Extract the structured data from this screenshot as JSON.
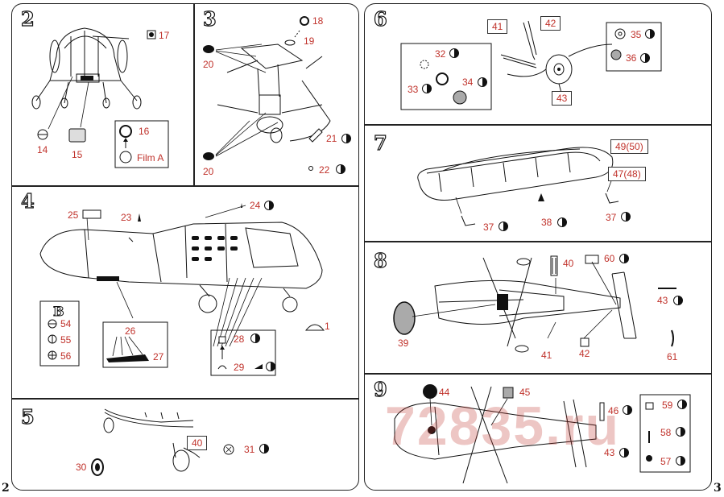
{
  "pages": {
    "left": "2",
    "right": "3"
  },
  "watermark": "72835.ru",
  "steps": [
    {
      "id": "2",
      "label": "2"
    },
    {
      "id": "3",
      "label": "3"
    },
    {
      "id": "4",
      "label": "4"
    },
    {
      "id": "5",
      "label": "5"
    },
    {
      "id": "6",
      "label": "6"
    },
    {
      "id": "7",
      "label": "7"
    },
    {
      "id": "8",
      "label": "8"
    },
    {
      "id": "9",
      "label": "9"
    }
  ],
  "parts": {
    "p14": "14",
    "p15": "15",
    "p16": "16",
    "p17": "17",
    "p18": "18",
    "p19": "19",
    "p20a": "20",
    "p20b": "20",
    "p21": "21",
    "p22": "22",
    "p23": "23",
    "p24": "24",
    "p25": "25",
    "p26": "26",
    "p27": "27",
    "p28": "28",
    "p29": "29",
    "p1": "1",
    "p54": "54",
    "p55": "55",
    "p56": "56",
    "p30": "30",
    "p31": "31",
    "p40a": "40",
    "p32": "32",
    "p33": "33",
    "p34": "34",
    "p35": "35",
    "p36": "36",
    "p41a": "41",
    "p42a": "42",
    "p43a": "43",
    "p49": "49(50)",
    "p47": "47(48)",
    "p37a": "37",
    "p38": "38",
    "p37b": "37",
    "p39": "39",
    "p40b": "40",
    "p60": "60",
    "p43b": "43",
    "p41b": "41",
    "p42b": "42",
    "p61": "61",
    "p44": "44",
    "p45": "45",
    "p46": "46",
    "p43c": "43",
    "p59": "59",
    "p58": "58",
    "p57": "57"
  },
  "film_label": "Film A",
  "box_letter": "B"
}
